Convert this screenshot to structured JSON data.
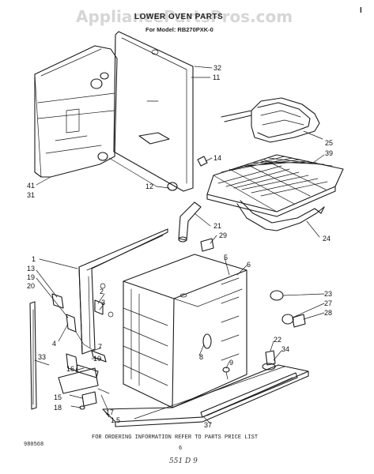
{
  "watermark": "AppliancePartsPros.com",
  "header": {
    "title": "LOWER OVEN PARTS",
    "model_line": "For Model: RB270PXK-0"
  },
  "corner_mark": "I",
  "footer": {
    "doc_number": "980568",
    "ordering_note": "FOR ORDERING INFORMATION REFER TO PARTS PRICE LIST",
    "page_number": "6",
    "handwritten": "551 D 9"
  },
  "callouts": {
    "c1": "1",
    "c2": "2",
    "c3": "3",
    "c4": "4",
    "c5": "5",
    "c6": "6",
    "c7": "7",
    "c8": "8",
    "c9": "9",
    "c10": "10",
    "c11": "11",
    "c12": "12",
    "c13": "13",
    "c14": "14",
    "c15": "15",
    "c16": "16",
    "c17": "17",
    "c18": "18",
    "c19": "19",
    "c20": "20",
    "c21": "21",
    "c22": "22",
    "c23": "23",
    "c24": "24",
    "c25": "25",
    "c27": "27",
    "c28": "28",
    "c29": "29",
    "c31": "31",
    "c32": "32",
    "c33": "33",
    "c34": "34",
    "c37": "37",
    "c39": "39",
    "c41": "41",
    "c1b": "1",
    "c5b": "5"
  }
}
